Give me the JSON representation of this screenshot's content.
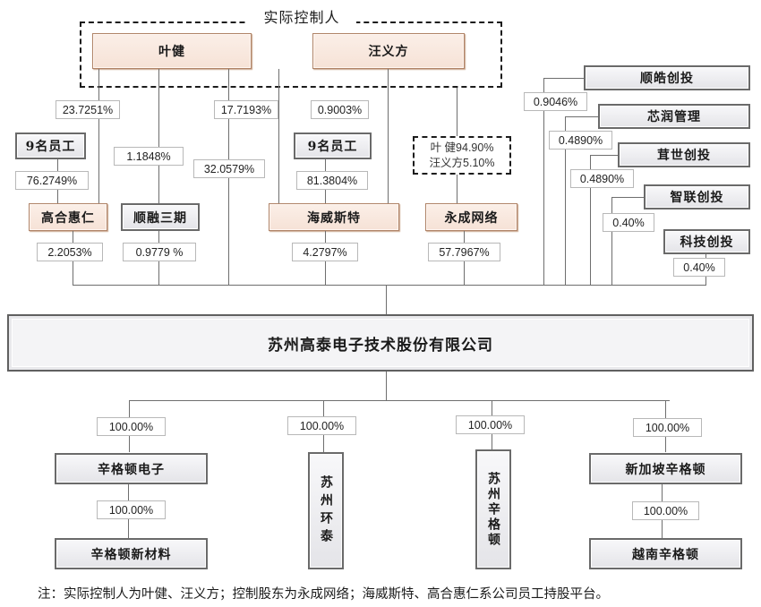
{
  "controller_group": {
    "label": "实际控制人",
    "members": [
      "叶健",
      "汪义方"
    ]
  },
  "shareholders": {
    "gaohe": {
      "name": "高合惠仁",
      "employees_label": "9名员工",
      "employees_pct": "76.2749%",
      "yejian_pct": "23.7251%",
      "stake_in_company": "2.2053%"
    },
    "shunrong": {
      "name": "顺融三期",
      "yejian_pct": "1.1848%",
      "stake_in_company": "0.9779 %"
    },
    "yejian_direct": {
      "stake_in_company": "32.0579%"
    },
    "haiweisite": {
      "name": "海威斯特",
      "employees_label": "9名员工",
      "employees_pct": "81.3804%",
      "yejian_pct": "17.7193%",
      "wangyifang_pct": "0.9003%",
      "stake_in_company": "4.2797%"
    },
    "yongcheng": {
      "name": "永成网络",
      "ownership_note": [
        "叶 健94.90%",
        "汪义方5.10%"
      ],
      "stake_in_company": "57.7967%"
    },
    "others": [
      {
        "name": "顺皓创投",
        "stake_in_company": "0.9046%"
      },
      {
        "name": "芯润管理",
        "stake_in_company": "0.4890%"
      },
      {
        "name": "茸世创投",
        "stake_in_company": "0.4890%"
      },
      {
        "name": "智联创投",
        "stake_in_company": "0.40%"
      },
      {
        "name": "科技创投",
        "stake_in_company": "0.40%"
      }
    ]
  },
  "company": {
    "name": "苏州高泰电子技术股份有限公司"
  },
  "subsidiaries": [
    {
      "name": "辛格顿电子",
      "pct": "100.00%",
      "child": {
        "name": "辛格顿新材料",
        "pct": "100.00%"
      }
    },
    {
      "name": "苏州环泰",
      "pct": "100.00%"
    },
    {
      "name": "苏州辛格顿",
      "pct": "100.00%"
    },
    {
      "name": "新加坡辛格顿",
      "pct": "100.00%",
      "child": {
        "name": "越南辛格顿",
        "pct": "100.00%"
      }
    }
  ],
  "note": "注：实际控制人为叶健、汪义方；控制股东为永成网络；海威斯特、高合惠仁系公司员工持股平台。",
  "colors": {
    "peach_box": "#f8e8de",
    "grey_box": "#ececf0",
    "line": "#6e6e6e"
  }
}
